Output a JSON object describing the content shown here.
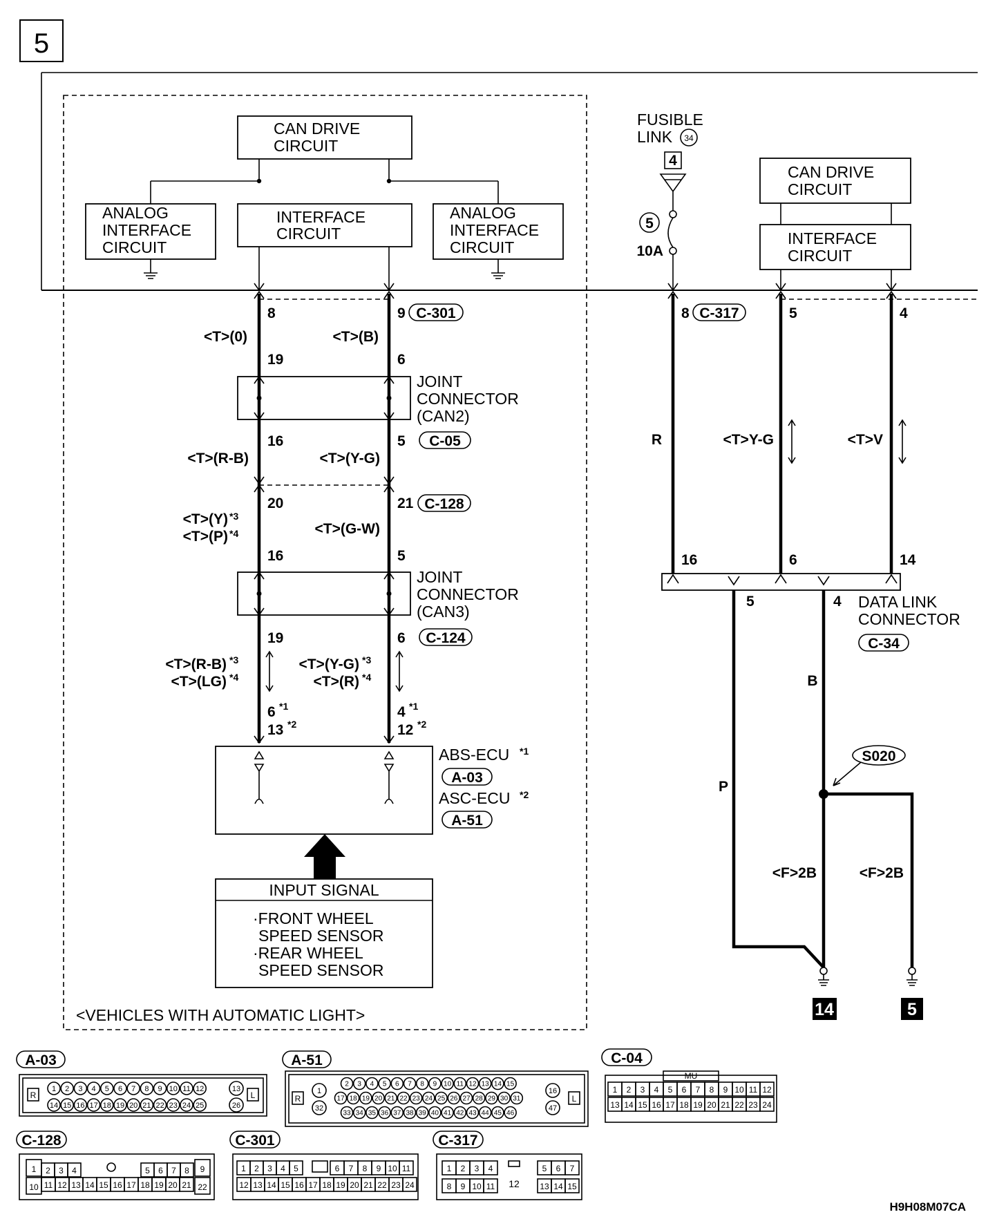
{
  "page_number": "5",
  "top_blocks": {
    "can_drive_left": [
      "CAN DRIVE",
      "CIRCUIT"
    ],
    "interface_left": [
      "INTERFACE",
      "CIRCUIT"
    ],
    "analog_interface": [
      "ANALOG",
      "INTERFACE",
      "CIRCUIT"
    ],
    "can_drive_right": [
      "CAN DRIVE",
      "CIRCUIT"
    ],
    "interface_right": [
      "INTERFACE",
      "CIRCUIT"
    ]
  },
  "fusible_link": {
    "title": [
      "FUSIBLE",
      "LINK"
    ],
    "link_no": "34",
    "box_no": "4",
    "fuse_no": "5",
    "rating": "10A"
  },
  "pins": {
    "p8": "8",
    "p9": "9",
    "c301": "C-301",
    "col_t0": "<T>(0)",
    "col_tb": "<T>(B)",
    "p19a": "19",
    "p6a": "6",
    "p16a": "16",
    "p5a": "5",
    "c05": "C-05",
    "col_trb": "<T>(R-B)",
    "col_tyg": "<T>(Y-G)",
    "p20": "20",
    "p21": "21",
    "c128": "C-128",
    "col_ty": "<T>(Y)",
    "col_tp": "<T>(P)",
    "col_tgw": "<T>(G-W)",
    "p16b": "16",
    "p5b": "5",
    "p19b": "19",
    "p6b": "6",
    "c124": "C-124",
    "col_trb2": "<T>(R-B)",
    "col_tlg": "<T>(LG)",
    "col_tyg2": "<T>(Y-G)",
    "col_tr": "<T>(R)",
    "p6": "6",
    "p13": "13",
    "p4": "4",
    "p12": "12",
    "star1": "*1",
    "star2": "*2",
    "star3": "*3",
    "star4": "*4"
  },
  "joint_can2": [
    "JOINT",
    "CONNECTOR",
    "(CAN2)"
  ],
  "joint_can3": [
    "JOINT",
    "CONNECTOR",
    "(CAN3)"
  ],
  "ecu": {
    "abs": "ABS-ECU",
    "abs_conn": "A-03",
    "asc": "ASC-ECU",
    "asc_conn": "A-51"
  },
  "input_signal": {
    "title": "INPUT SIGNAL",
    "lines": [
      "·FRONT WHEEL",
      "SPEED SENSOR",
      "·REAR WHEEL",
      "SPEED SENSOR"
    ]
  },
  "note": "<VEHICLES WITH AUTOMATIC LIGHT>",
  "right": {
    "p8": "8",
    "c317": "C-317",
    "p5": "5",
    "p4": "4",
    "col_r": "R",
    "col_tyg": "<T>Y-G",
    "col_tv": "<T>V",
    "p16": "16",
    "p6": "6",
    "p14": "14",
    "dlc_p5": "5",
    "dlc_p4": "4",
    "dlc": [
      "DATA LINK",
      "CONNECTOR"
    ],
    "dlc_conn": "C-34",
    "col_b": "B",
    "col_p": "P",
    "splice": "S020",
    "col_f2b_a": "<F>2B",
    "col_f2b_b": "<F>2B",
    "ground_14": "14",
    "ground_5": "5"
  },
  "connectors": {
    "a03": {
      "name": "A-03",
      "l": "L",
      "r": "R",
      "top": [
        "1",
        "2",
        "3",
        "4",
        "5",
        "6",
        "7",
        "8",
        "9",
        "10",
        "11",
        "12",
        "13"
      ],
      "bottom": [
        "14",
        "15",
        "16",
        "17",
        "18",
        "19",
        "20",
        "21",
        "22",
        "23",
        "24",
        "25",
        "26"
      ]
    },
    "a51": {
      "name": "A-51",
      "l": "L",
      "r": "R",
      "row1": [
        "2",
        "3",
        "4",
        "5",
        "6",
        "7",
        "8",
        "9",
        "10",
        "11",
        "12",
        "13",
        "14",
        "15"
      ],
      "row2": [
        "17",
        "18",
        "19",
        "20",
        "21",
        "22",
        "23",
        "24",
        "25",
        "26",
        "27",
        "28",
        "29",
        "30",
        "31"
      ],
      "row3": [
        "33",
        "34",
        "35",
        "36",
        "37",
        "38",
        "39",
        "40",
        "41",
        "42",
        "43",
        "44",
        "45",
        "46"
      ],
      "side_left": [
        "1",
        "32"
      ],
      "side_right": [
        "16",
        "47"
      ]
    },
    "c04": {
      "name": "C-04",
      "mu": "MU",
      "top": [
        "1",
        "2",
        "3",
        "4",
        "5",
        "6",
        "7",
        "8",
        "9",
        "10",
        "11",
        "12"
      ],
      "bottom": [
        "13",
        "14",
        "15",
        "16",
        "17",
        "18",
        "19",
        "20",
        "21",
        "22",
        "23",
        "24"
      ]
    },
    "c128": {
      "name": "C-128",
      "top": [
        "1",
        "2",
        "3",
        "4",
        "5",
        "6",
        "7",
        "8",
        "9"
      ],
      "bottom": [
        "10",
        "11",
        "12",
        "13",
        "14",
        "15",
        "16",
        "17",
        "18",
        "19",
        "20",
        "21",
        "22"
      ]
    },
    "c301": {
      "name": "C-301",
      "top": [
        "1",
        "2",
        "3",
        "4",
        "5",
        "6",
        "7",
        "8",
        "9",
        "10",
        "11"
      ],
      "bottom": [
        "12",
        "13",
        "14",
        "15",
        "16",
        "17",
        "18",
        "19",
        "20",
        "21",
        "22",
        "23",
        "24"
      ]
    },
    "c317": {
      "name": "C-317",
      "top": [
        "1",
        "2",
        "3",
        "4",
        "5",
        "6",
        "7"
      ],
      "bottom": [
        "8",
        "9",
        "10",
        "11",
        "13",
        "14",
        "15"
      ],
      "center": "12"
    }
  },
  "doc_code": "H9H08M07CA"
}
